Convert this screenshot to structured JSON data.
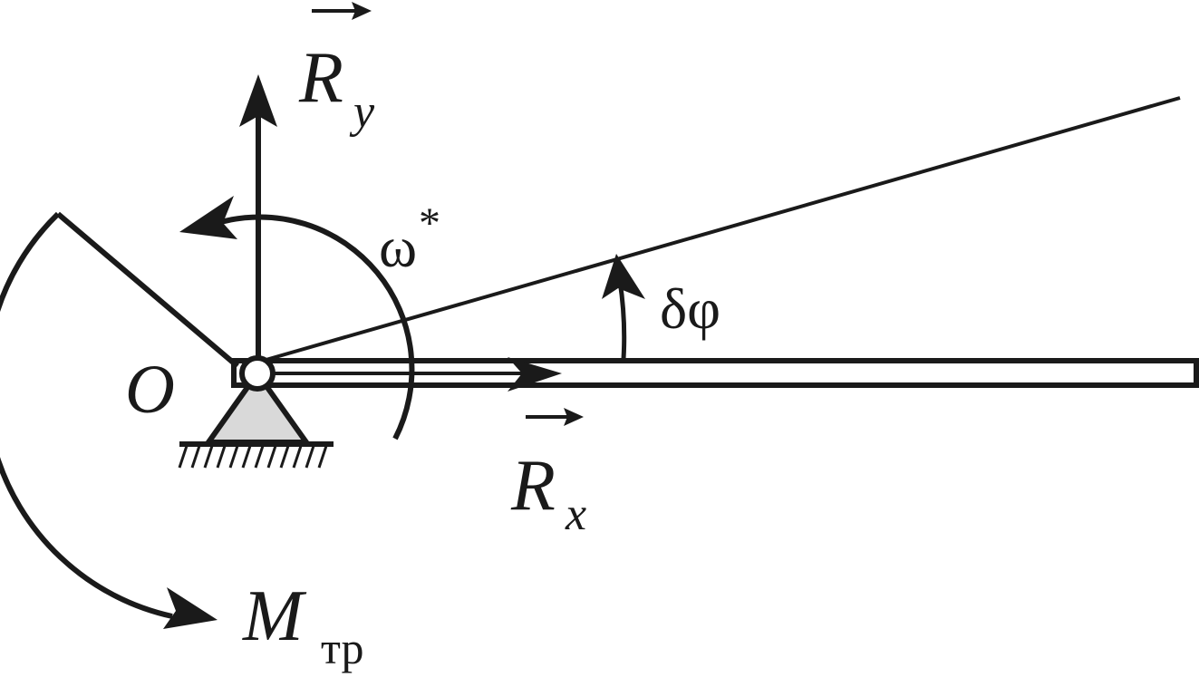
{
  "labels": {
    "origin": "O",
    "force_y_main": "R",
    "force_y_sub": "y",
    "force_x_main": "R",
    "force_x_sub": "x",
    "omega": "ω",
    "omega_sup": "*",
    "angle": "δφ",
    "moment_main": "M",
    "moment_sub": "тр"
  },
  "colors": {
    "ink": "#1a1a1a",
    "support_fill": "#d9d9d9",
    "background": "#ffffff"
  }
}
